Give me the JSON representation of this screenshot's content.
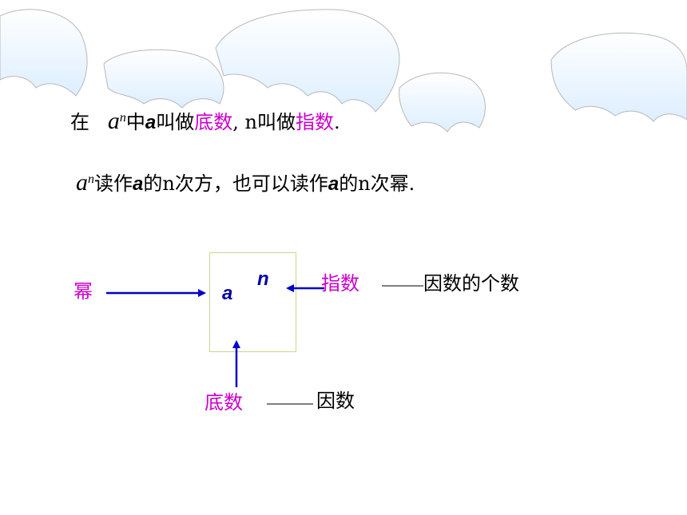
{
  "line1": {
    "prefix": "在",
    "base": "a",
    "exp": "n",
    "zhong": "中",
    "a": "a",
    "called1": "叫做",
    "base_term": "底数",
    "comma_n": ", n叫做",
    "exp_term": "指数",
    "period": "."
  },
  "line2": {
    "base": "a",
    "exp": "n",
    "read1": "读作",
    "a1": "a",
    "rest1": "的n次方，也可以读作",
    "a2": "a",
    "rest2": "的n次幂."
  },
  "diagram": {
    "power_label": "幂",
    "box_base": "a",
    "box_exp": "n",
    "exp_label": "指数",
    "exp_desc": "因数的个数",
    "base_label": "底数",
    "base_desc": "因数"
  },
  "colors": {
    "accent": "#cc00cc",
    "arrow": "#0000cc"
  }
}
